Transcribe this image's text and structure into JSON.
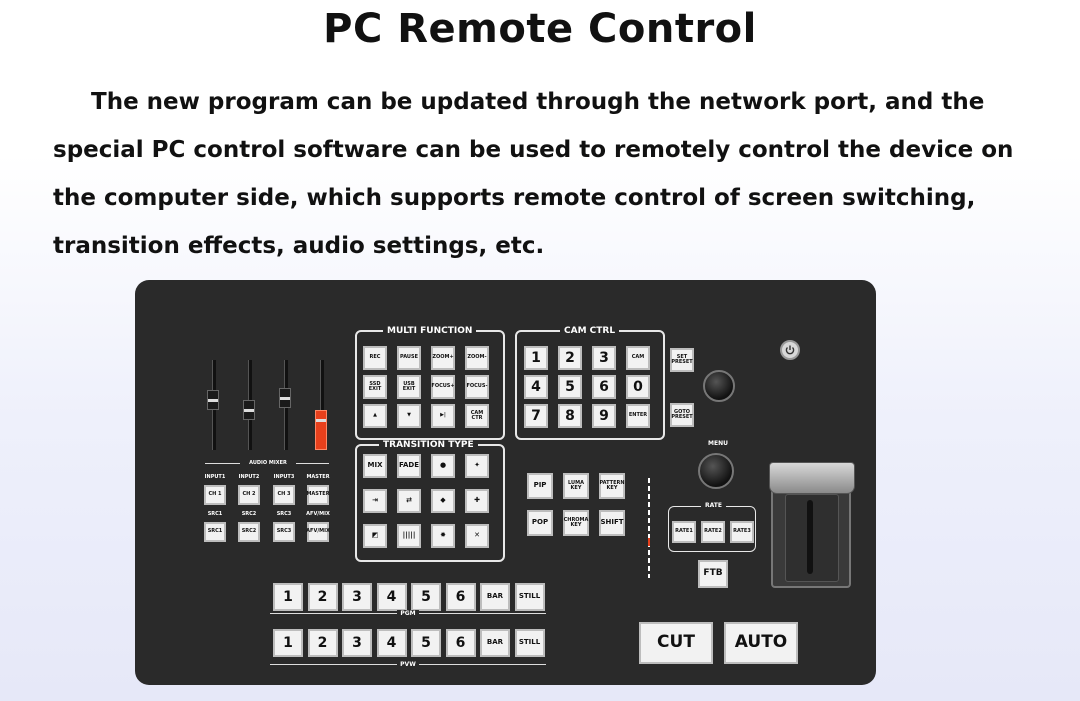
{
  "title": "PC Remote Control",
  "paragraph": {
    "line1": "The new program can be updated through the network port, and the",
    "line2": "special PC control software can be used to remotely control the device on",
    "line3": "the computer side, which supports remote control of screen switching,",
    "line4": "transition effects, audio settings, etc."
  },
  "panel": {
    "multi_function": {
      "label": "MULTI FUNCTION",
      "keys": [
        "REC",
        "PAUSE",
        "ZOOM+",
        "ZOOM-",
        "SSD EXIT",
        "USB EXIT",
        "FOCUS+",
        "FOCUS-",
        "▲",
        "▼",
        "▶|",
        "CAM CTR"
      ]
    },
    "cam_ctrl": {
      "label": "CAM CTRL",
      "keys": [
        "1",
        "2",
        "3",
        "CAM",
        "4",
        "5",
        "6",
        "0",
        "7",
        "8",
        "9",
        "ENTER"
      ],
      "set_preset": "SET PRESET",
      "goto_preset": "GOTO PRESET"
    },
    "transition_type": {
      "label": "TRANSITION TYPE",
      "keys": [
        "MIX",
        "FADE",
        "●",
        "✦",
        "⇥",
        "⇄",
        "◆",
        "✚",
        "◩",
        "|||||",
        "✸",
        "✕"
      ]
    },
    "audio_mixer": {
      "label": "AUDIO MIXER",
      "inputs": [
        "INPUT1",
        "INPUT2",
        "INPUT3",
        "MASTER"
      ],
      "ch_keys": [
        "CH 1",
        "CH 2",
        "CH 3",
        "MASTER"
      ],
      "src_labels": [
        "SRC1",
        "SRC2",
        "SRC3",
        "AFV/MIX"
      ],
      "src_keys": [
        "SRC1",
        "SRC2",
        "SRC3",
        "AFV/MIX"
      ]
    },
    "keyers": [
      "PIP",
      "LUMA KEY",
      "PATTERN KEY",
      "POP",
      "CHROMA KEY",
      "SHIFT"
    ],
    "menu_label": "MENU",
    "rate": {
      "label": "RATE",
      "keys": [
        "RATE1",
        "RATE2",
        "RATE3"
      ]
    },
    "ftb": "FTB",
    "pgm": {
      "label": "PGM",
      "keys": [
        "1",
        "2",
        "3",
        "4",
        "5",
        "6",
        "BAR",
        "STILL"
      ]
    },
    "pvw": {
      "label": "PVW",
      "keys": [
        "1",
        "2",
        "3",
        "4",
        "5",
        "6",
        "BAR",
        "STILL"
      ]
    },
    "cut": "CUT",
    "auto": "AUTO",
    "colors": {
      "panel": "#2a2a2a",
      "key": "#f2f2f2",
      "fader_red": "#e8401c"
    }
  }
}
